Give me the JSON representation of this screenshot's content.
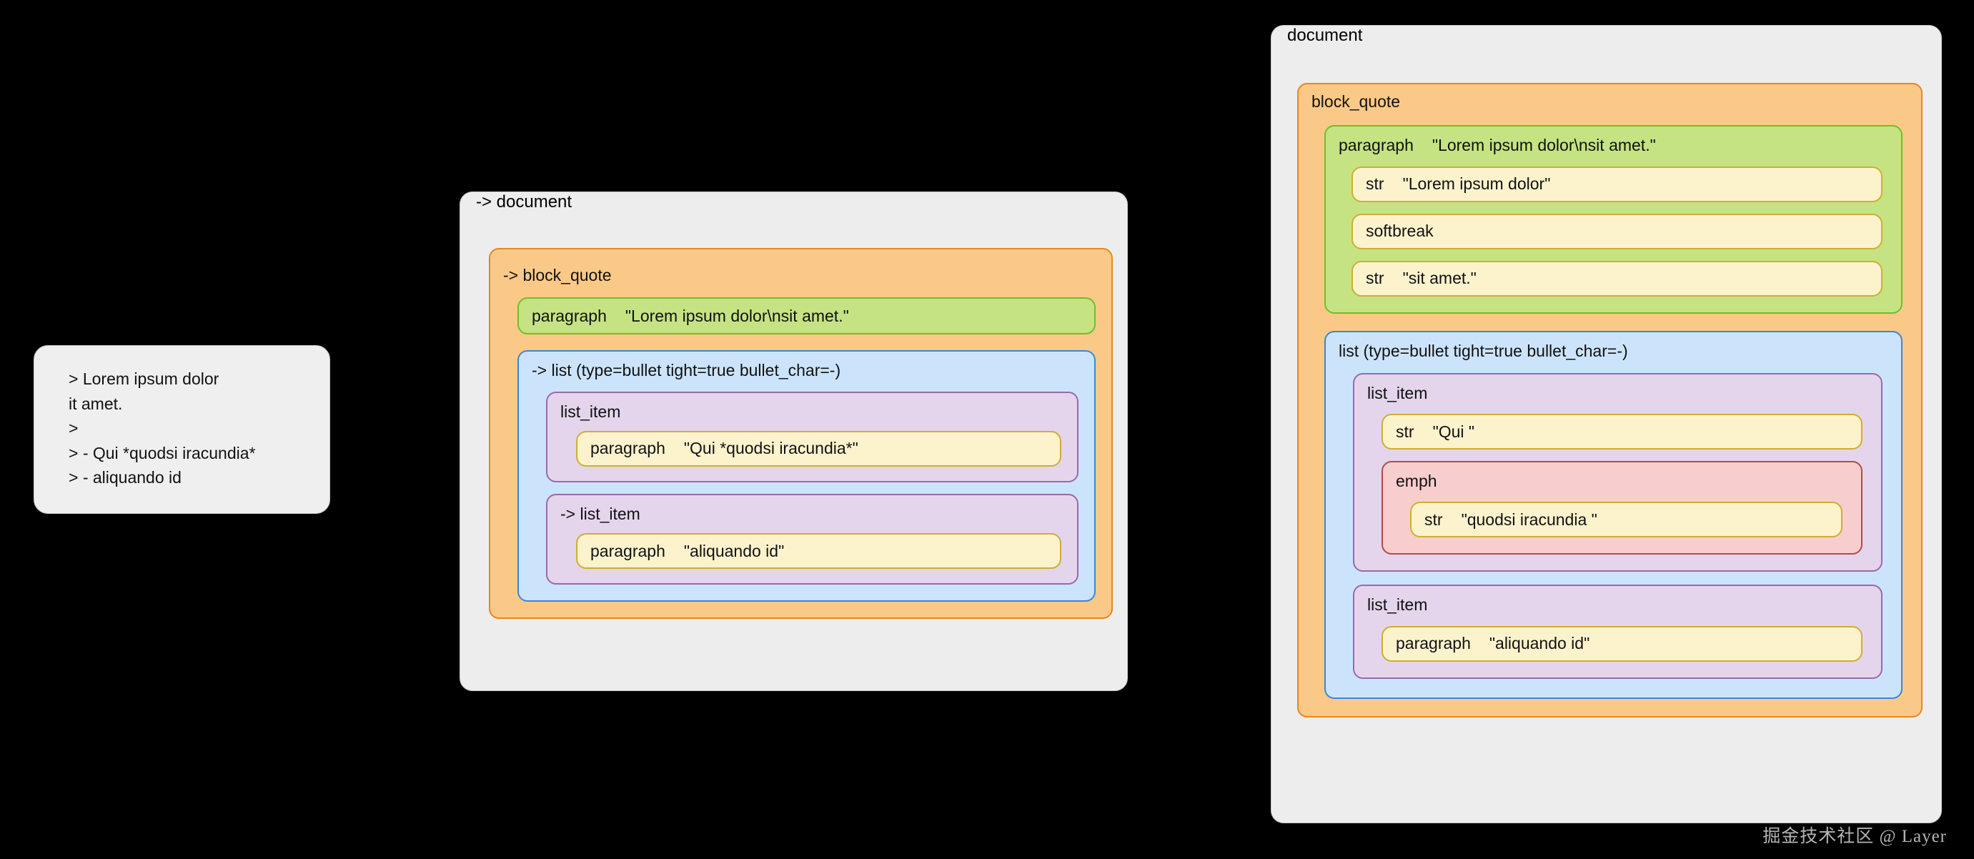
{
  "source_card": {
    "name": "markdown-source",
    "lines": [
      "> Lorem ipsum dolor",
      "it amet.",
      ">",
      "> - Qui *quodsi iracundia*",
      "> - aliquando id"
    ]
  },
  "middle_panel": {
    "document_label": "-> document",
    "block_quote_label": "-> block_quote",
    "paragraph": {
      "type": "paragraph",
      "value": "\"Lorem ipsum dolor\\nsit amet.\""
    },
    "list_label": "-> list (type=bullet tight=true bullet_char=-)",
    "items": [
      {
        "label": "list_item",
        "paragraph": {
          "type": "paragraph",
          "value": "\"Qui *quodsi iracundia*\""
        }
      },
      {
        "label": "-> list_item",
        "paragraph": {
          "type": "paragraph",
          "value": "\"aliquando id\""
        }
      }
    ]
  },
  "right_panel": {
    "document_label": "document",
    "block_quote_label": "block_quote",
    "paragraph": {
      "type": "paragraph",
      "value": "\"Lorem ipsum dolor\\nsit amet.\"",
      "children": [
        {
          "type": "str",
          "value": "\"Lorem ipsum dolor\""
        },
        {
          "type": "softbreak",
          "value": ""
        },
        {
          "type": "str",
          "value": "\"sit amet.\""
        }
      ]
    },
    "list_label": "list (type=bullet tight=true bullet_char=-)",
    "items": [
      {
        "label": "list_item",
        "str": {
          "type": "str",
          "value": "\"Qui \""
        },
        "emph_label": "emph",
        "emph_str": {
          "type": "str",
          "value": "\"quodsi iracundia \""
        }
      },
      {
        "label": "list_item",
        "paragraph": {
          "type": "paragraph",
          "value": "\"aliquando id\""
        }
      }
    ]
  },
  "watermark": "掘金技术社区 @ Layer",
  "colors": {
    "background": "#000000",
    "panel_fill": "#ededed",
    "block_quote_fill": "#fbc987",
    "block_quote_border": "#e8861e",
    "paragraph_fill": "#c5e383",
    "paragraph_border": "#6fbf2a",
    "list_fill": "#cce4fb",
    "list_border": "#3a87d6",
    "list_item_fill": "#e4d5ec",
    "list_item_border": "#9a69ab",
    "str_fill": "#fcf3cd",
    "str_border": "#cfae33",
    "emph_fill": "#f8cdcd",
    "emph_border": "#b34a4a"
  }
}
